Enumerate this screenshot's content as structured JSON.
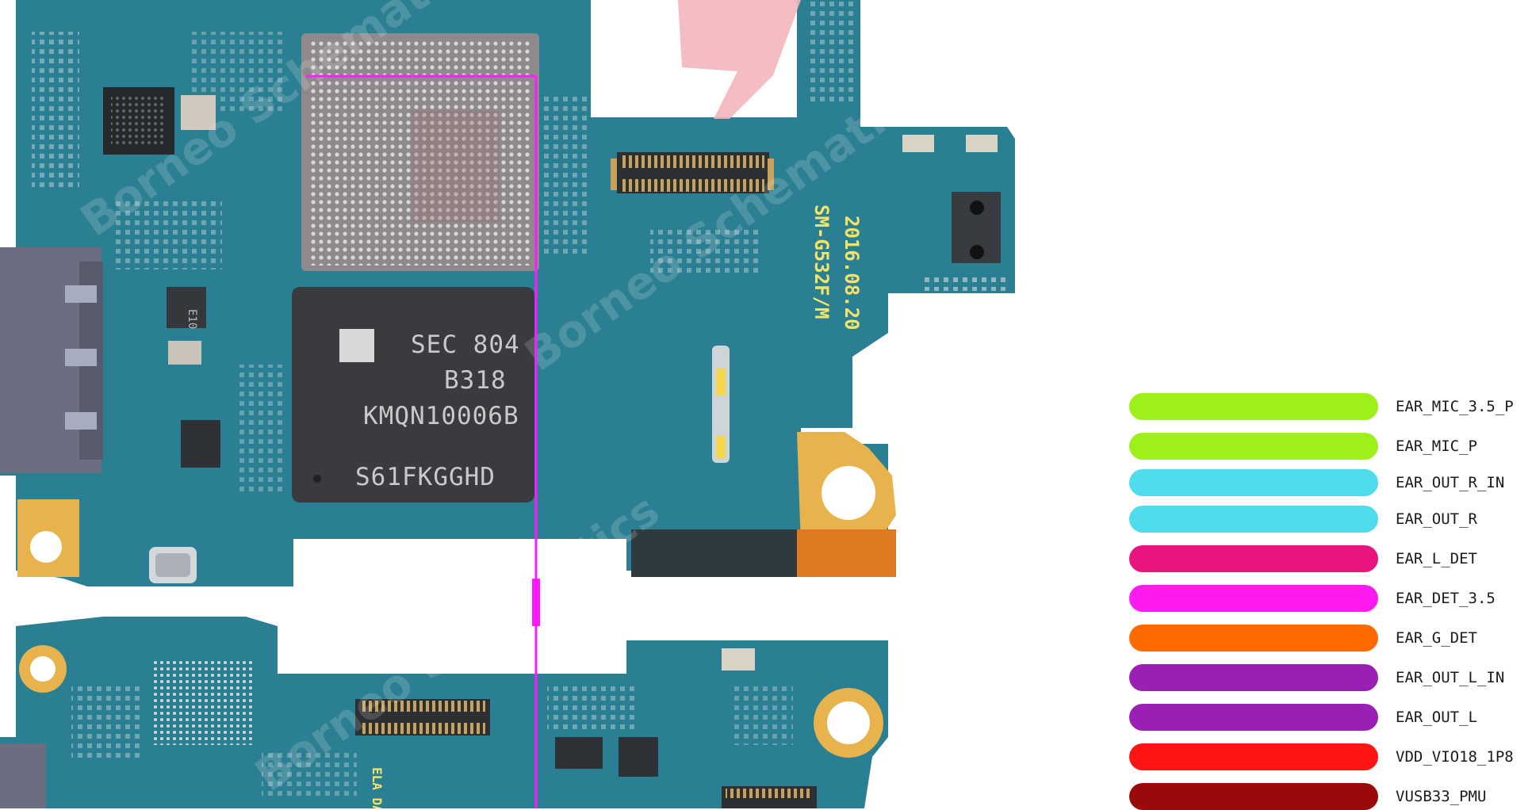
{
  "board": {
    "chips": {
      "memory_chip": {
        "line1": "SEC 804",
        "line2": "B318",
        "line3": "KMQN10006B",
        "line4": "S61FKGGHD"
      },
      "pmic_marking": "E10"
    },
    "silkscreen": {
      "model": "SM-G532F/M",
      "date": "2016.08.20",
      "sub_label": "ELA\nDAL"
    },
    "watermarks": [
      "Borneo Schematics",
      "Borneo Schematics",
      "Borneo Schematics"
    ],
    "colors": {
      "pcb": "#2b7f93",
      "pcb_dark": "#1f6678",
      "copper": "#e6b04b",
      "probe_trace": "#ff1aff"
    }
  },
  "legend": {
    "items": [
      {
        "label": "EAR_MIC_3.5_P",
        "color": "#9ef01a"
      },
      {
        "label": "EAR_MIC_P",
        "color": "#9ef01a"
      },
      {
        "label": "EAR_OUT_R_IN",
        "color": "#4fdced"
      },
      {
        "label": "EAR_OUT_R",
        "color": "#4fdced"
      },
      {
        "label": "EAR_L_DET",
        "color": "#e8157f"
      },
      {
        "label": "EAR_DET_3.5",
        "color": "#ff1aef"
      },
      {
        "label": "EAR_G_DET",
        "color": "#ff6a00"
      },
      {
        "label": "EAR_OUT_L_IN",
        "color": "#9a1fb5"
      },
      {
        "label": "EAR_OUT_L",
        "color": "#9a1fb5"
      },
      {
        "label": "VDD_VIO18_1P8",
        "color": "#ff1414"
      },
      {
        "label": "VUSB33_PMU",
        "color": "#9b0a0a"
      }
    ]
  }
}
